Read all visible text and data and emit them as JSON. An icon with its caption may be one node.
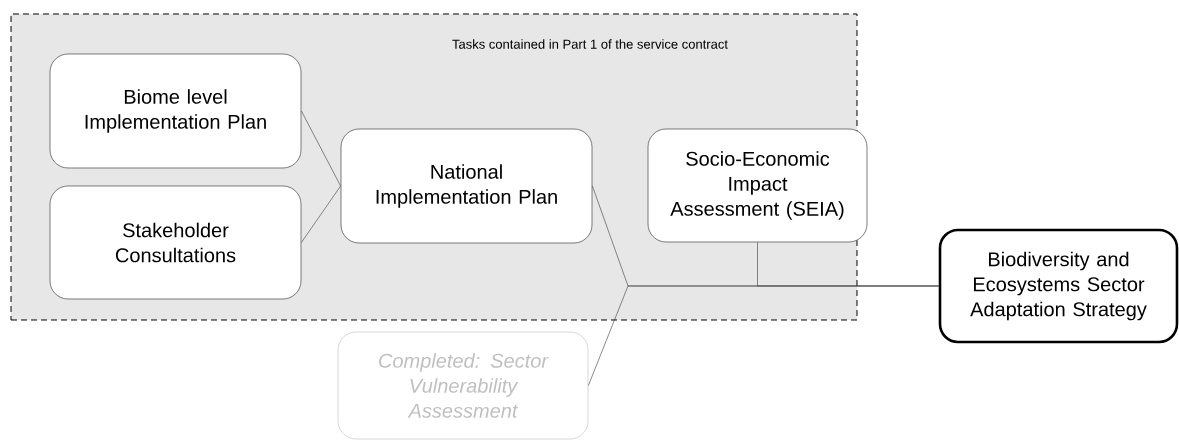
{
  "diagram": {
    "nodes": [
      {
        "text": [
          "Tasks contained in Part 1 of the service contract"
        ]
      },
      {
        "text": [
          "Biome level Implementation Plan"
        ],
        "in": 0
      },
      {
        "text": [
          "Stakeholder Consultations"
        ],
        "in": 0
      },
      {
        "text": [
          "National Implementation Plan"
        ],
        "in": 0
      },
      {
        "text": [
          "Socio-Economic Impact Assessment (SEIA)"
        ],
        "in": 0
      },
      {
        "text": [
          "Biodiversity and Ecosystems Sector Adaptation Strategy"
        ]
      },
      {
        "text": [
          "Completed: Sector Vulnerability Assessment"
        ]
      }
    ],
    "edges": [
      {
        "from": 1,
        "to": 3,
        "arrow": "none"
      },
      {
        "from": 2,
        "to": 3,
        "arrow": "none"
      },
      {
        "from": 3,
        "to": 5,
        "arrow": "none"
      },
      {
        "from": 4,
        "to": 5,
        "arrow": "none"
      },
      {
        "from": 6,
        "to": 5,
        "arrow": "none"
      }
    ]
  }
}
